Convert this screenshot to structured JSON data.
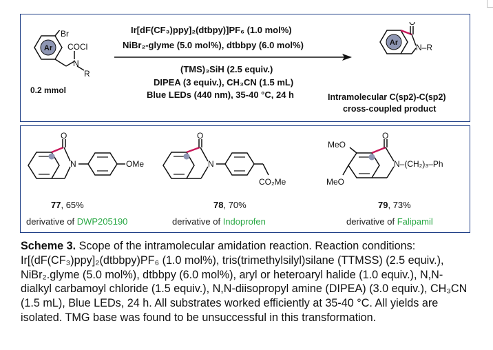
{
  "reaction": {
    "substrate_ar": "Ar",
    "substrate_br": "Br",
    "substrate_cocl": "COCl",
    "substrate_n": "N",
    "substrate_r": "R",
    "substrate_amount": "0.2 mmol",
    "conditions_above": [
      "Ir[dF(CF₃)ppy]₂(dtbpy)]PF₆ (1.0 mol%)",
      "NiBr₂-glyme (5.0 mol%), dtbbpy (6.0 mol%)"
    ],
    "conditions_below": [
      "(TMS)₃SiH (2.5 equiv.)",
      "DIPEA (3 equiv.), CH₃CN (1.5 mL)",
      "Blue LEDs (440 nm), 35-40 °C, 24 h"
    ],
    "product_ar": "Ar",
    "product_o": "O",
    "product_nr": "N–R",
    "product_label_1": "Intramolecular C(sp2)-C(sp2)",
    "product_label_2": "cross-coupled product"
  },
  "examples": [
    {
      "number": "77",
      "yield": ", 65%",
      "derivative_prefix": "derivative of ",
      "drug": "DWP205190",
      "atom_o": "O",
      "atom_n": "N",
      "substituent": "OMe"
    },
    {
      "number": "78",
      "yield": ", 70%",
      "derivative_prefix": "derivative of ",
      "drug": "Indoprofen",
      "atom_o": "O",
      "atom_n": "N",
      "substituent": "CO₂Me"
    },
    {
      "number": "79",
      "yield": ", 73%",
      "derivative_prefix": "derivative of ",
      "drug": "Falipamil",
      "atom_o": "O",
      "meo_top": "MeO",
      "meo_bottom": "MeO",
      "n_chain": "N–(CH₂)₃–Ph"
    }
  ],
  "caption": {
    "label": "Scheme 3.",
    "text": " Scope of the intramolecular amidation reaction. Reaction conditions: Ir[(dF(CF₃)ppy]₂(dtbbpy)PF₆ (1.0 mol%), tris(trimethylsilyl)silane (TTMSS) (2.5 equiv.), NiBr₂.glyme (5.0 mol%), dtbbpy (6.0 mol%), aryl or heteroaryl halide (1.0 equiv.), N,N-dialkyl carbamoyl chloride (1.5 equiv.), N,N-diisopropyl amine (DIPEA) (3.0 equiv.), CH₃CN (1.5 mL), Blue LEDs, 24 h. All substrates worked efficiently at 35-40 °C. All yields are isolated. TMG base was found to be unsuccessful in this transformation."
  },
  "colors": {
    "frame": "#1f3f86",
    "bond_highlight": "#c8185a",
    "ring_fill": "#8e96b3",
    "drug_name": "#2aa845"
  }
}
